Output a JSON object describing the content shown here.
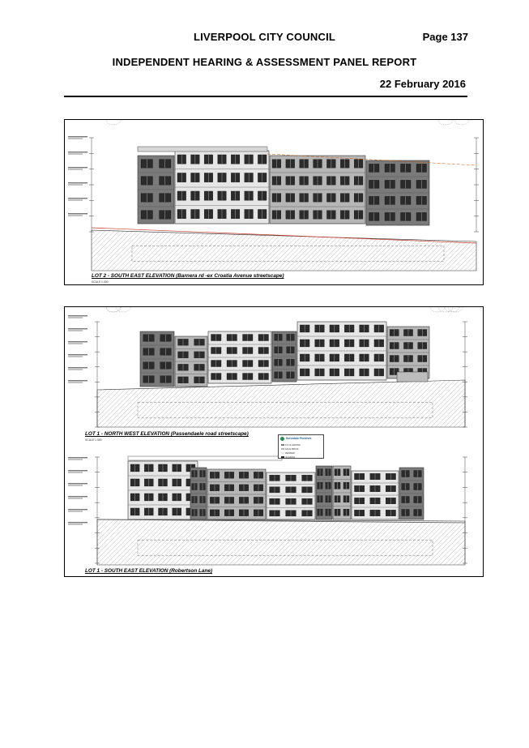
{
  "header": {
    "council": "LIVERPOOL CITY COUNCIL",
    "page": "Page 137",
    "report_title": "INDEPENDENT HEARING & ASSESSMENT PANEL REPORT",
    "date": "22 February 2016"
  },
  "drawings": [
    {
      "caption": "LOT 2 - SOUTH EAST ELEVATION (Barnera rd -ex Croatia Avenue streetscape)",
      "scale": "SCALE 1:300"
    },
    {
      "caption": "LOT 1 - NORTH WEST ELEVATION (Passendaele road streetscape)",
      "scale": "SCALE 1:300"
    },
    {
      "caption": "LOT 1 - SOUTH EAST ELEVATION (Robertson Lane)",
      "scale": ""
    }
  ],
  "legend": {
    "title": "Schedule Finishes",
    "rows": [
      "FC CLADDING",
      "FACE BRICK",
      "RENDER",
      "GLAZING"
    ],
    "colors": {
      "cladding": "#7a7a7a",
      "brick": "#b6b6b6",
      "render": "#e6e6e6",
      "glazing": "#2b2b2b"
    }
  }
}
